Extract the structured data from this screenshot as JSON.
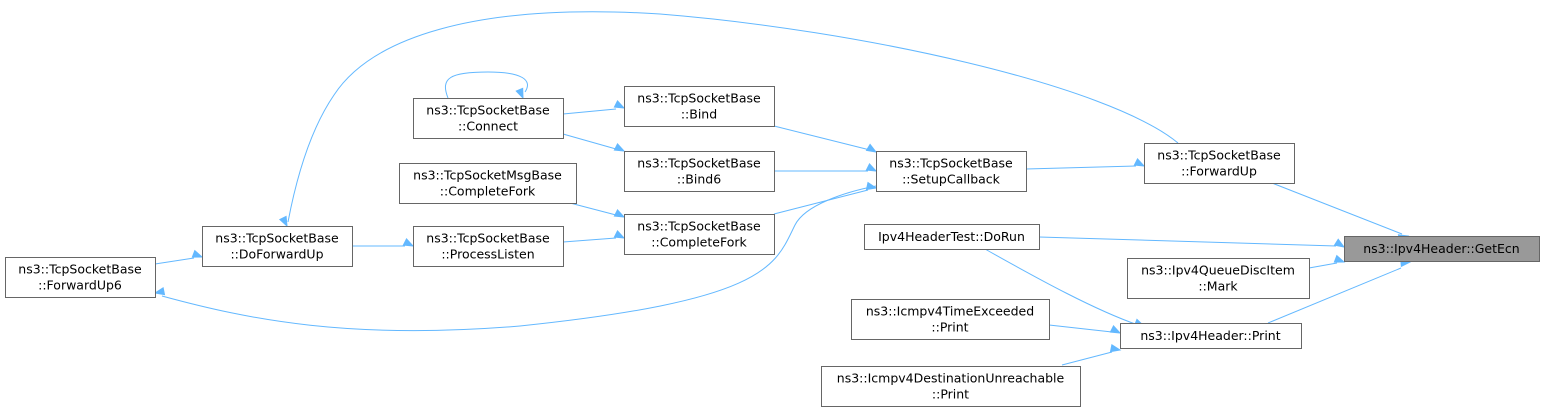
{
  "diagram": {
    "nodes": [
      {
        "id": "getecn",
        "lines": [
          "ns3::Ipv4Header::GetEcn"
        ],
        "focus": true
      },
      {
        "id": "forwardup",
        "lines": [
          "ns3::TcpSocketBase",
          "::ForwardUp"
        ]
      },
      {
        "id": "dorun",
        "lines": [
          "Ipv4HeaderTest::DoRun"
        ]
      },
      {
        "id": "mark",
        "lines": [
          "ns3::Ipv4QueueDiscItem",
          "::Mark"
        ]
      },
      {
        "id": "print",
        "lines": [
          "ns3::Ipv4Header::Print"
        ]
      },
      {
        "id": "setupcb",
        "lines": [
          "ns3::TcpSocketBase",
          "::SetupCallback"
        ]
      },
      {
        "id": "bind",
        "lines": [
          "ns3::TcpSocketBase",
          "::Bind"
        ]
      },
      {
        "id": "bind6",
        "lines": [
          "ns3::TcpSocketBase",
          "::Bind6"
        ]
      },
      {
        "id": "completefork",
        "lines": [
          "ns3::TcpSocketBase",
          "::CompleteFork"
        ]
      },
      {
        "id": "connect",
        "lines": [
          "ns3::TcpSocketBase",
          "::Connect"
        ]
      },
      {
        "id": "msgcompletefork",
        "lines": [
          "ns3::TcpSocketMsgBase",
          "::CompleteFork"
        ]
      },
      {
        "id": "processlisten",
        "lines": [
          "ns3::TcpSocketBase",
          "::ProcessListen"
        ]
      },
      {
        "id": "doforwardup",
        "lines": [
          "ns3::TcpSocketBase",
          "::DoForwardUp"
        ]
      },
      {
        "id": "forwardup6",
        "lines": [
          "ns3::TcpSocketBase",
          "::ForwardUp6"
        ]
      },
      {
        "id": "timeexceeded",
        "lines": [
          "ns3::Icmpv4TimeExceeded",
          "::Print"
        ]
      },
      {
        "id": "destunreach",
        "lines": [
          "ns3::Icmpv4DestinationUnreachable",
          "::Print"
        ]
      }
    ],
    "edges": [
      {
        "from": "forwardup",
        "to": "getecn"
      },
      {
        "from": "dorun",
        "to": "getecn"
      },
      {
        "from": "mark",
        "to": "getecn"
      },
      {
        "from": "print",
        "to": "getecn"
      },
      {
        "from": "setupcb",
        "to": "forwardup"
      },
      {
        "from": "doforwardup",
        "to": "forwardup"
      },
      {
        "from": "bind",
        "to": "setupcb"
      },
      {
        "from": "bind6",
        "to": "setupcb"
      },
      {
        "from": "completefork",
        "to": "setupcb"
      },
      {
        "from": "forwardup6",
        "to": "setupcb"
      },
      {
        "from": "connect",
        "to": "bind"
      },
      {
        "from": "connect",
        "to": "bind6"
      },
      {
        "from": "connect",
        "to": "connect"
      },
      {
        "from": "msgcompletefork",
        "to": "completefork"
      },
      {
        "from": "processlisten",
        "to": "completefork"
      },
      {
        "from": "doforwardup",
        "to": "processlisten"
      },
      {
        "from": "forwardup6",
        "to": "doforwardup"
      },
      {
        "from": "dorun",
        "to": "print"
      },
      {
        "from": "timeexceeded",
        "to": "print"
      },
      {
        "from": "destunreach",
        "to": "print"
      }
    ]
  }
}
